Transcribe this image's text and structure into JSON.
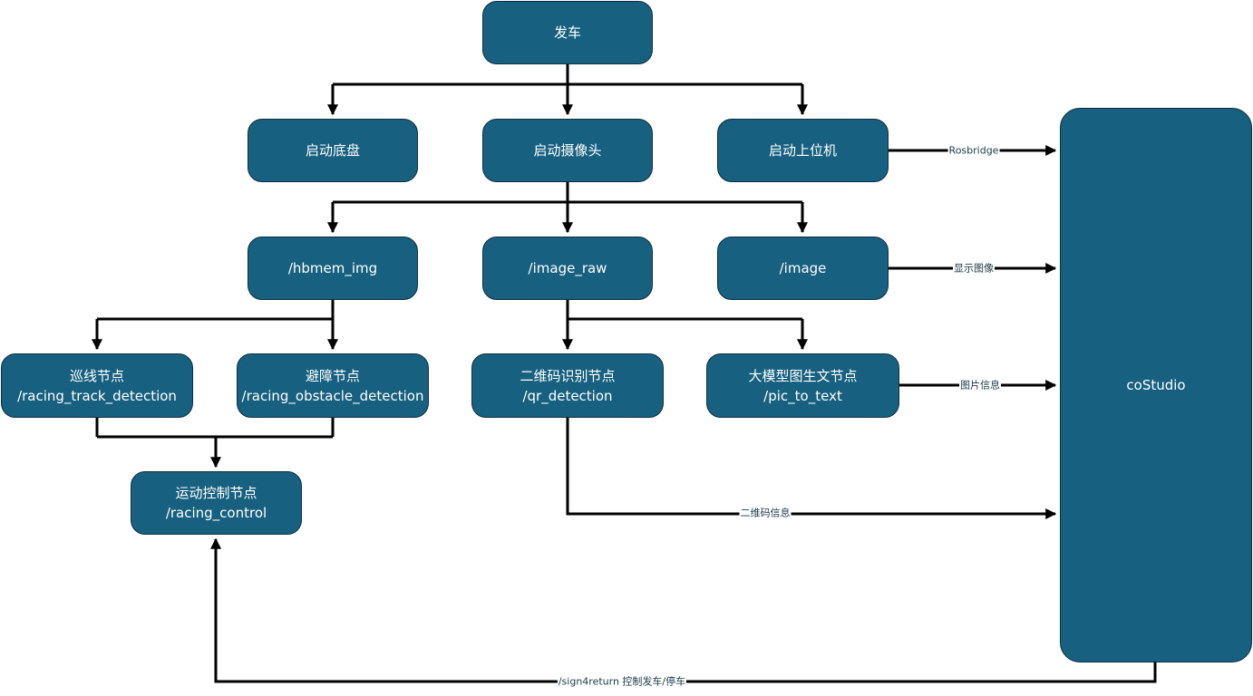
{
  "colors": {
    "node_fill": "#17607f",
    "node_border": "#0e2f3e",
    "node_text": "#ffffff",
    "edge": "#000000",
    "edge_label_text": "#1c3a47"
  },
  "nodes": {
    "start": "发车",
    "chassis": "启动底盘",
    "camera": "启动摄像头",
    "host": "启动上位机",
    "hbmem": "/hbmem_img",
    "image_raw": "/image_raw",
    "image": "/image",
    "track": {
      "title": "巡线节点",
      "topic": "/racing_track_detection"
    },
    "obstacle": {
      "title": "避障节点",
      "topic": "/racing_obstacle_detection"
    },
    "qr": {
      "title": "二维码识别节点",
      "topic": "/qr_detection"
    },
    "llm": {
      "title": "大模型图生文节点",
      "topic": "/pic_to_text"
    },
    "control": {
      "title": "运动控制节点",
      "topic": "/racing_control"
    },
    "costudio": "coStudio"
  },
  "edge_labels": {
    "rosbridge": "Rosbridge",
    "show_image": "显示图像",
    "pic_info": "图片信息",
    "qr_info": "二维码信息",
    "sign4return": "/sign4return 控制发车/停车"
  }
}
